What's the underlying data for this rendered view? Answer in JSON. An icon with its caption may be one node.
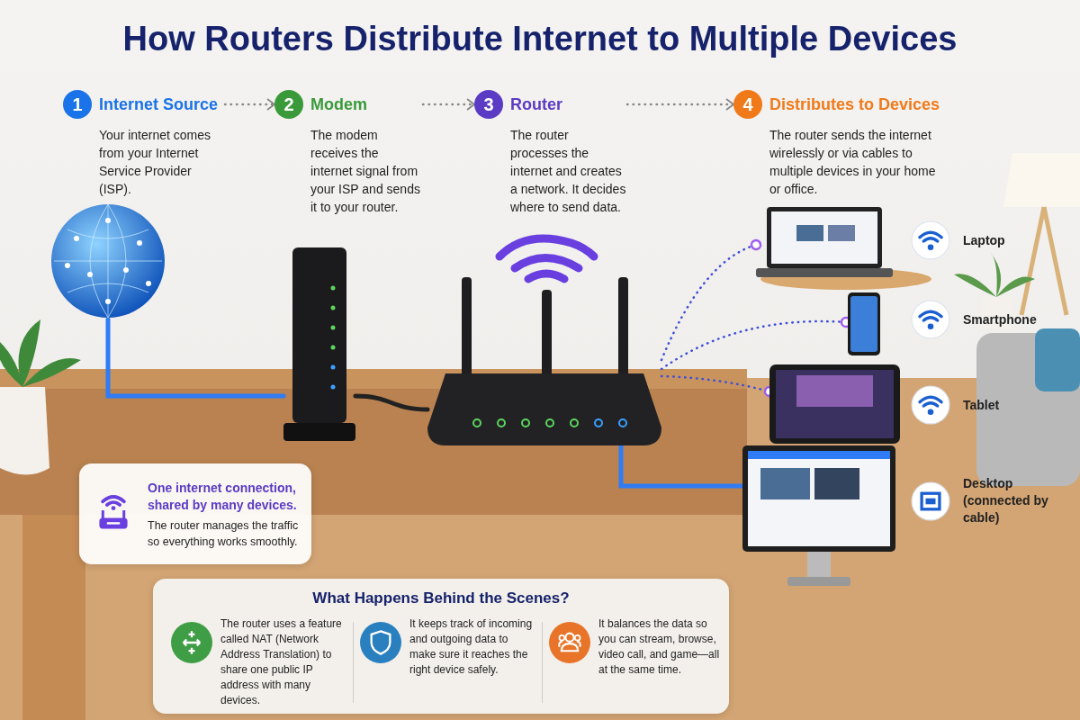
{
  "diagram": {
    "title": "How Routers Distribute Internet to Multiple Devices",
    "nodes": [
      {
        "text": [
          "1",
          "Internet Source",
          "Your internet comes from your Internet Service Provider (ISP)."
        ]
      },
      {
        "text": [
          "2",
          "Modem",
          "The modem receives the internet signal from your ISP and sends it to your router."
        ]
      },
      {
        "text": [
          "3",
          "Router",
          "The router processes the internet and creates a network. It decides where to send data."
        ]
      },
      {
        "text": [
          "4",
          "Distributes to Devices",
          "The router sends the internet wirelessly or via cables to multiple devices in your home or office."
        ]
      },
      {
        "text": [],
        "shape": "picture"
      },
      {
        "text": [],
        "shape": "picture"
      },
      {
        "text": [],
        "shape": "picture"
      },
      {
        "text": [],
        "shape": "picture"
      },
      {
        "text": [],
        "shape": "picture"
      },
      {
        "text": [],
        "shape": "picture"
      },
      {
        "text": [],
        "shape": "picture"
      },
      {
        "text": [
          "Laptop"
        ]
      },
      {
        "text": [
          "Smartphone"
        ]
      },
      {
        "text": [
          "Tablet"
        ]
      },
      {
        "text": [
          "Desktop (connected by cable)"
        ]
      },
      {
        "text": [
          "One internet connection, shared by many devices.",
          "The router manages the traffic so everything works smoothly."
        ]
      },
      {
        "text": [
          "What Happens Behind the Scenes?"
        ]
      },
      {
        "text": [
          "The router uses a feature called NAT (Network Address Translation) to share one public IP address with many devices."
        ],
        "in": 16
      },
      {
        "text": [
          "It keeps track of incoming and outgoing data to make sure it reaches the right device safely."
        ],
        "in": 16
      },
      {
        "text": [
          "It balances the data so you can stream, browse, video call, and game—all at the same time."
        ],
        "in": 16
      }
    ],
    "edges": [
      {
        "from": 0,
        "to": 1,
        "arrow": "to",
        "style": "dashed",
        "color": "#888888"
      },
      {
        "from": 1,
        "to": 2,
        "arrow": "to",
        "style": "dashed",
        "color": "#888888"
      },
      {
        "from": 2,
        "to": 3,
        "arrow": "to",
        "style": "dashed",
        "color": "#888888"
      },
      {
        "from": 4,
        "to": 5,
        "arrow": "none",
        "style": "thick",
        "color": "#2f7cf6"
      },
      {
        "from": 5,
        "to": 6,
        "arrow": "none",
        "style": "thick",
        "color": "#222222"
      },
      {
        "from": 6,
        "to": 7,
        "arrow": "other",
        "style": "dashed",
        "color": "#3f4fd8"
      },
      {
        "from": 6,
        "to": 8,
        "arrow": "other",
        "style": "dashed",
        "color": "#3f4fd8"
      },
      {
        "from": 6,
        "to": 9,
        "arrow": "other",
        "style": "dashed",
        "color": "#3f4fd8"
      },
      {
        "from": 6,
        "to": 10,
        "arrow": "none",
        "style": "thick",
        "color": "#2f7cf6"
      }
    ]
  }
}
